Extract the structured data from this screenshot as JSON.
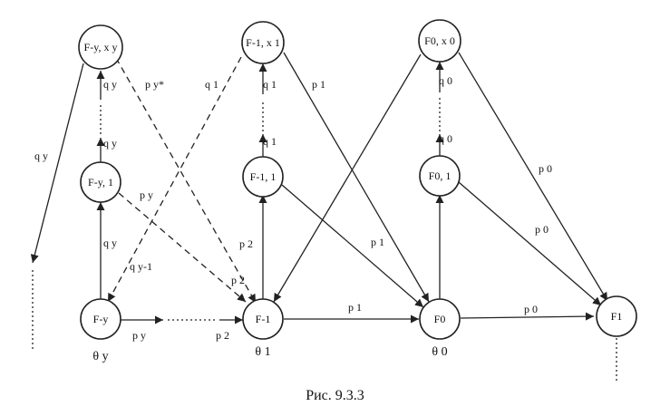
{
  "nodes": {
    "Fyxy": "F-y, x y",
    "F1x1": "F-1, x 1",
    "F0x0": "F0, x 0",
    "Fy1": "F-y, 1",
    "F11": "F-1, 1",
    "F01": "F0, 1",
    "Fy": "F-y",
    "Fm1": "F-1",
    "F0": "F0",
    "F1": "F1"
  },
  "labels": {
    "qy_far": "q y",
    "qy_top": "q y",
    "qy_mid": "q y",
    "py_star": "p y*",
    "q1_left": "q 1",
    "q1_top": "q 1",
    "p1_top": "p 1",
    "q1_mid": "q 1",
    "q0_top": "q 0",
    "q0_mid": "q 0",
    "p0_upper": "p 0",
    "py_mid": "p y",
    "p0_mid": "p 0",
    "qy_low": "q y",
    "p2_mid": "p 2",
    "qy1": "q y-1",
    "p1_cross": "p 1",
    "p2_low": "p 2",
    "p1_bottom": "p 1",
    "p0_bottom": "p 0",
    "py_bottom": "p y",
    "p2_bottom": "p 2"
  },
  "thetas": {
    "theta_y": "θ y",
    "theta_1": "θ 1",
    "theta_0": "θ 0"
  },
  "caption": "Рис. 9.3.3"
}
